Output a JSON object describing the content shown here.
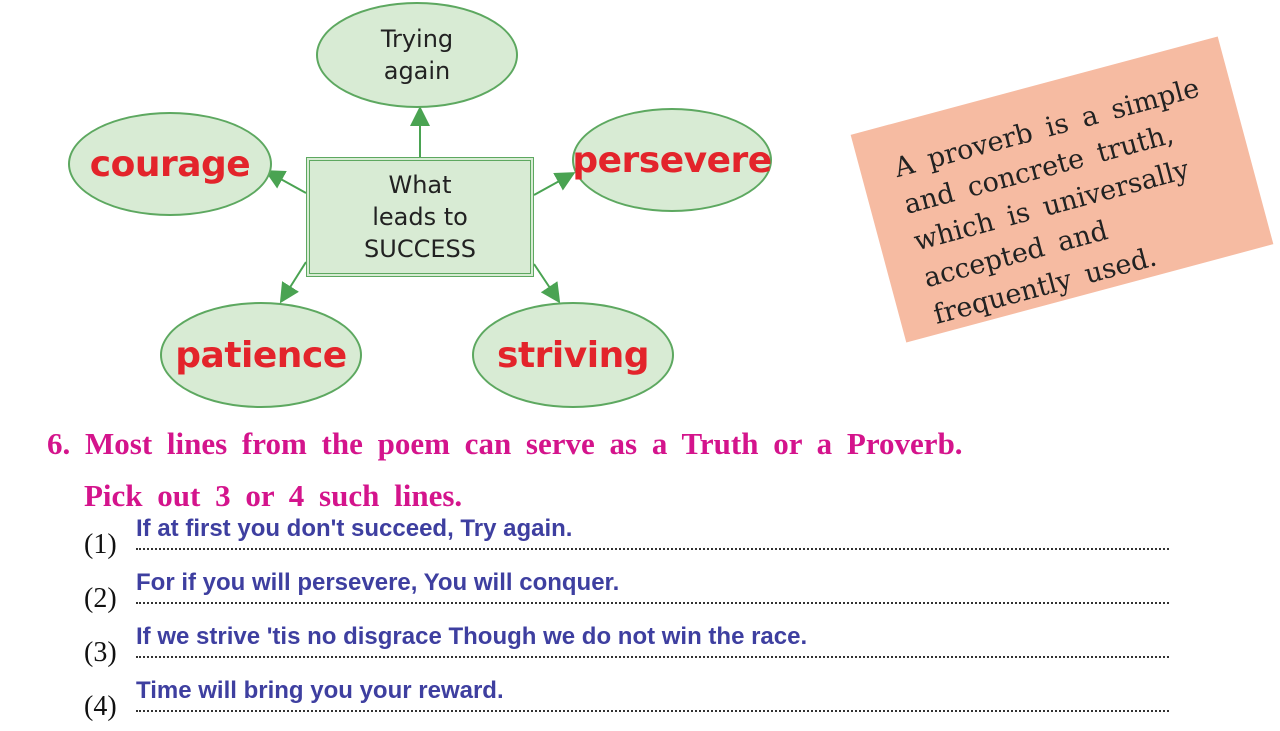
{
  "diagram": {
    "center": {
      "line1": "What",
      "line2": "leads to",
      "line3": "SUCCESS"
    },
    "nodes": {
      "top": {
        "line1": "Trying",
        "line2": "again"
      },
      "left": "courage",
      "right": "persevere",
      "bottom_left": "patience",
      "bottom_right": "striving"
    },
    "colors": {
      "fill": "#d8ebd4",
      "stroke": "#5da860",
      "keyword": "#e3242b"
    }
  },
  "note": {
    "text": "A proverb is a simple and concrete truth, which is universally accepted and frequently used.",
    "lines": [
      "A proverb is a simple",
      "and concrete truth,",
      "which is universally",
      "accepted and",
      "frequently used."
    ],
    "background": "#f6bba2"
  },
  "question": {
    "line1": "6. Most lines from the poem can serve as a Truth or a Proverb.",
    "line2": "Pick out 3 or 4 such lines.",
    "color": "#d4148c"
  },
  "answers": [
    {
      "num": "(1)",
      "text": "If at first you don't succeed, Try again."
    },
    {
      "num": "(2)",
      "text": "For if you will persevere, You will conquer."
    },
    {
      "num": "(3)",
      "text": "If we strive 'tis no disgrace Though we do not win the race."
    },
    {
      "num": "(4)",
      "text": "Time will bring you your reward."
    }
  ],
  "answer_color": "#3e3fa0"
}
